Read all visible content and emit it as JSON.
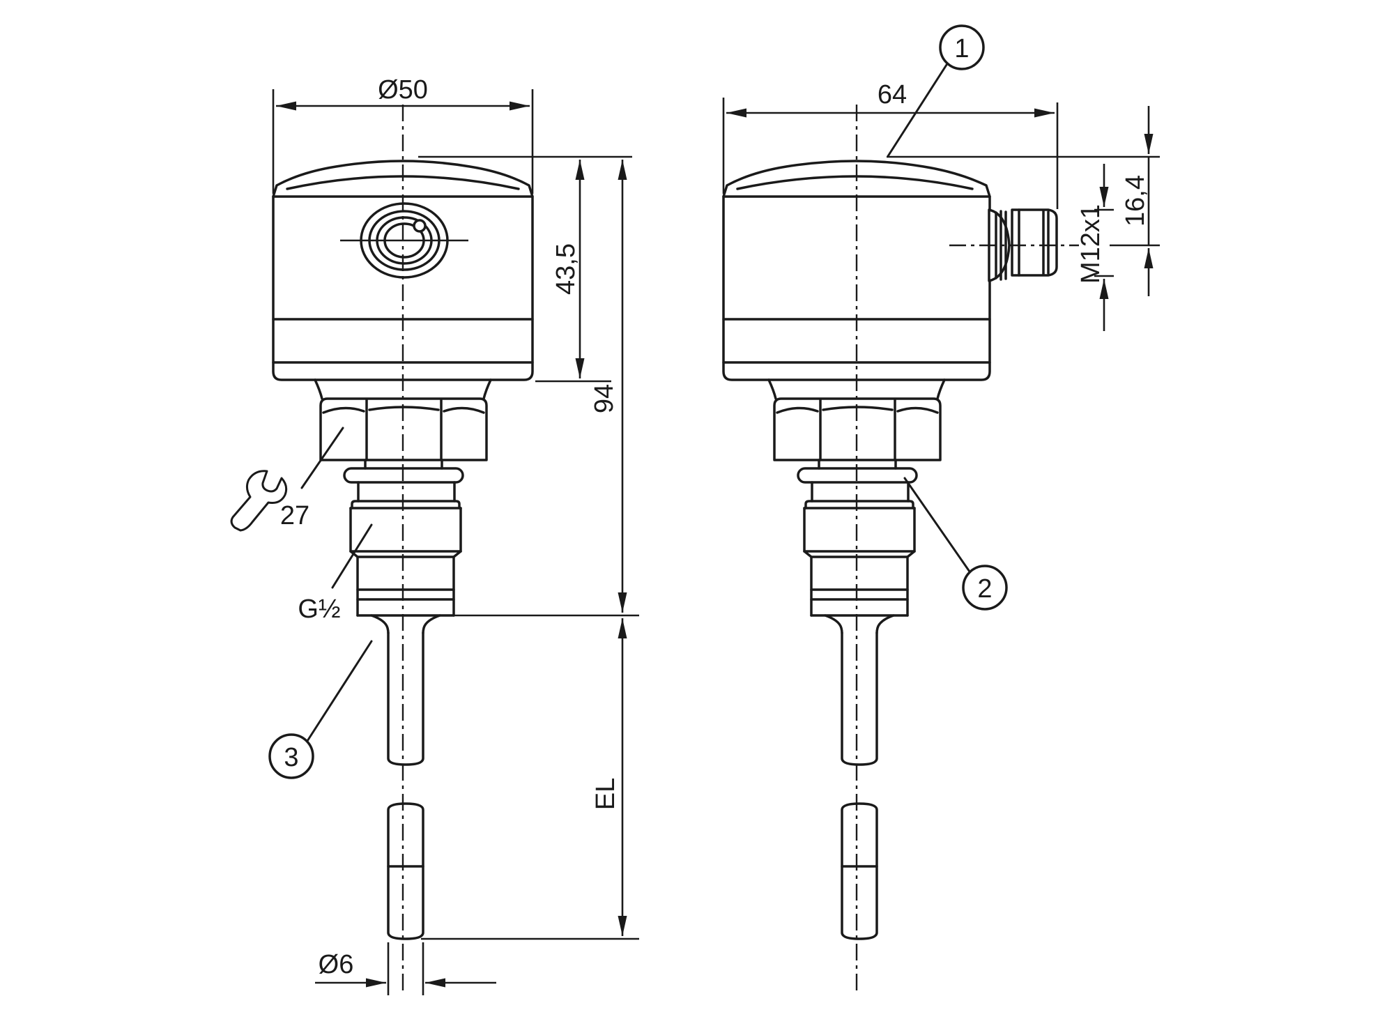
{
  "dims": {
    "head_diameter": "Ø50",
    "overall_width": "64",
    "head_height": "43,5",
    "insertion_length": "94",
    "connector_offset": "16,4",
    "connector_thread": "M12x1",
    "probe_length": "EL",
    "rod_diameter": "Ø6",
    "process_thread": "G½",
    "wrench_size": "27"
  },
  "callouts": {
    "one": "1",
    "two": "2",
    "three": "3"
  },
  "colors": {
    "line": "#1a1a1a",
    "background": "#ffffff"
  }
}
